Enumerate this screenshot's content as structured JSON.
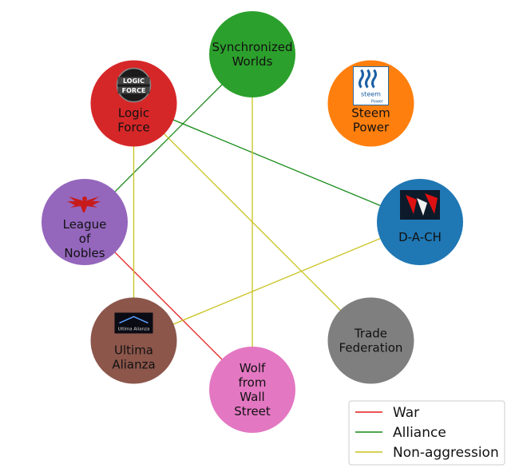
{
  "nodes": [
    {
      "id": "synchronized-worlds",
      "label_lines": [
        "Synchronized",
        "Worlds"
      ],
      "color": "#2ca02c",
      "logo": ""
    },
    {
      "id": "steem-power",
      "label_lines": [
        "Steem",
        "Power"
      ],
      "color": "#ff7f0e",
      "logo": "steem",
      "logo_text": [
        "steem",
        "Power"
      ]
    },
    {
      "id": "d-a-ch",
      "label_lines": [
        "D-A-CH"
      ],
      "color": "#1f77b4",
      "logo": "dach"
    },
    {
      "id": "trade-federation",
      "label_lines": [
        "Trade",
        "Federation"
      ],
      "color": "#7f7f7f",
      "logo": ""
    },
    {
      "id": "wolf-from-wall-street",
      "label_lines": [
        "Wolf",
        "from",
        "Wall",
        "Street"
      ],
      "color": "#e377c2",
      "logo": ""
    },
    {
      "id": "ultima-alianza",
      "label_lines": [
        "Ultima",
        "Alianza"
      ],
      "color": "#8c564b",
      "logo": "ultima",
      "logo_text": [
        "Ultima Alianza"
      ]
    },
    {
      "id": "league-of-nobles",
      "label_lines": [
        "League",
        "of",
        "Nobles"
      ],
      "color": "#9467bd",
      "logo": "eagle"
    },
    {
      "id": "logic-force",
      "label_lines": [
        "Logic",
        "Force"
      ],
      "color": "#d62728",
      "logo": "logic",
      "logo_text": [
        "LOGIC",
        "FORCE"
      ]
    }
  ],
  "edges": [
    {
      "from": "league-of-nobles",
      "to": "wolf-from-wall-street",
      "relation": "war"
    },
    {
      "from": "league-of-nobles",
      "to": "synchronized-worlds",
      "relation": "alliance"
    },
    {
      "from": "logic-force",
      "to": "d-a-ch",
      "relation": "alliance"
    },
    {
      "from": "synchronized-worlds",
      "to": "wolf-from-wall-street",
      "relation": "non-aggression"
    },
    {
      "from": "logic-force",
      "to": "ultima-alianza",
      "relation": "non-aggression"
    },
    {
      "from": "logic-force",
      "to": "trade-federation",
      "relation": "non-aggression"
    },
    {
      "from": "d-a-ch",
      "to": "ultima-alianza",
      "relation": "non-aggression"
    }
  ],
  "relation_colors": {
    "war": "#e41a1c",
    "alliance": "#168a16",
    "non-aggression": "#c9c21e"
  },
  "legend": {
    "items": [
      {
        "relation": "war",
        "label": "War"
      },
      {
        "relation": "alliance",
        "label": "Alliance"
      },
      {
        "relation": "non-aggression",
        "label": "Non-aggression"
      }
    ]
  }
}
